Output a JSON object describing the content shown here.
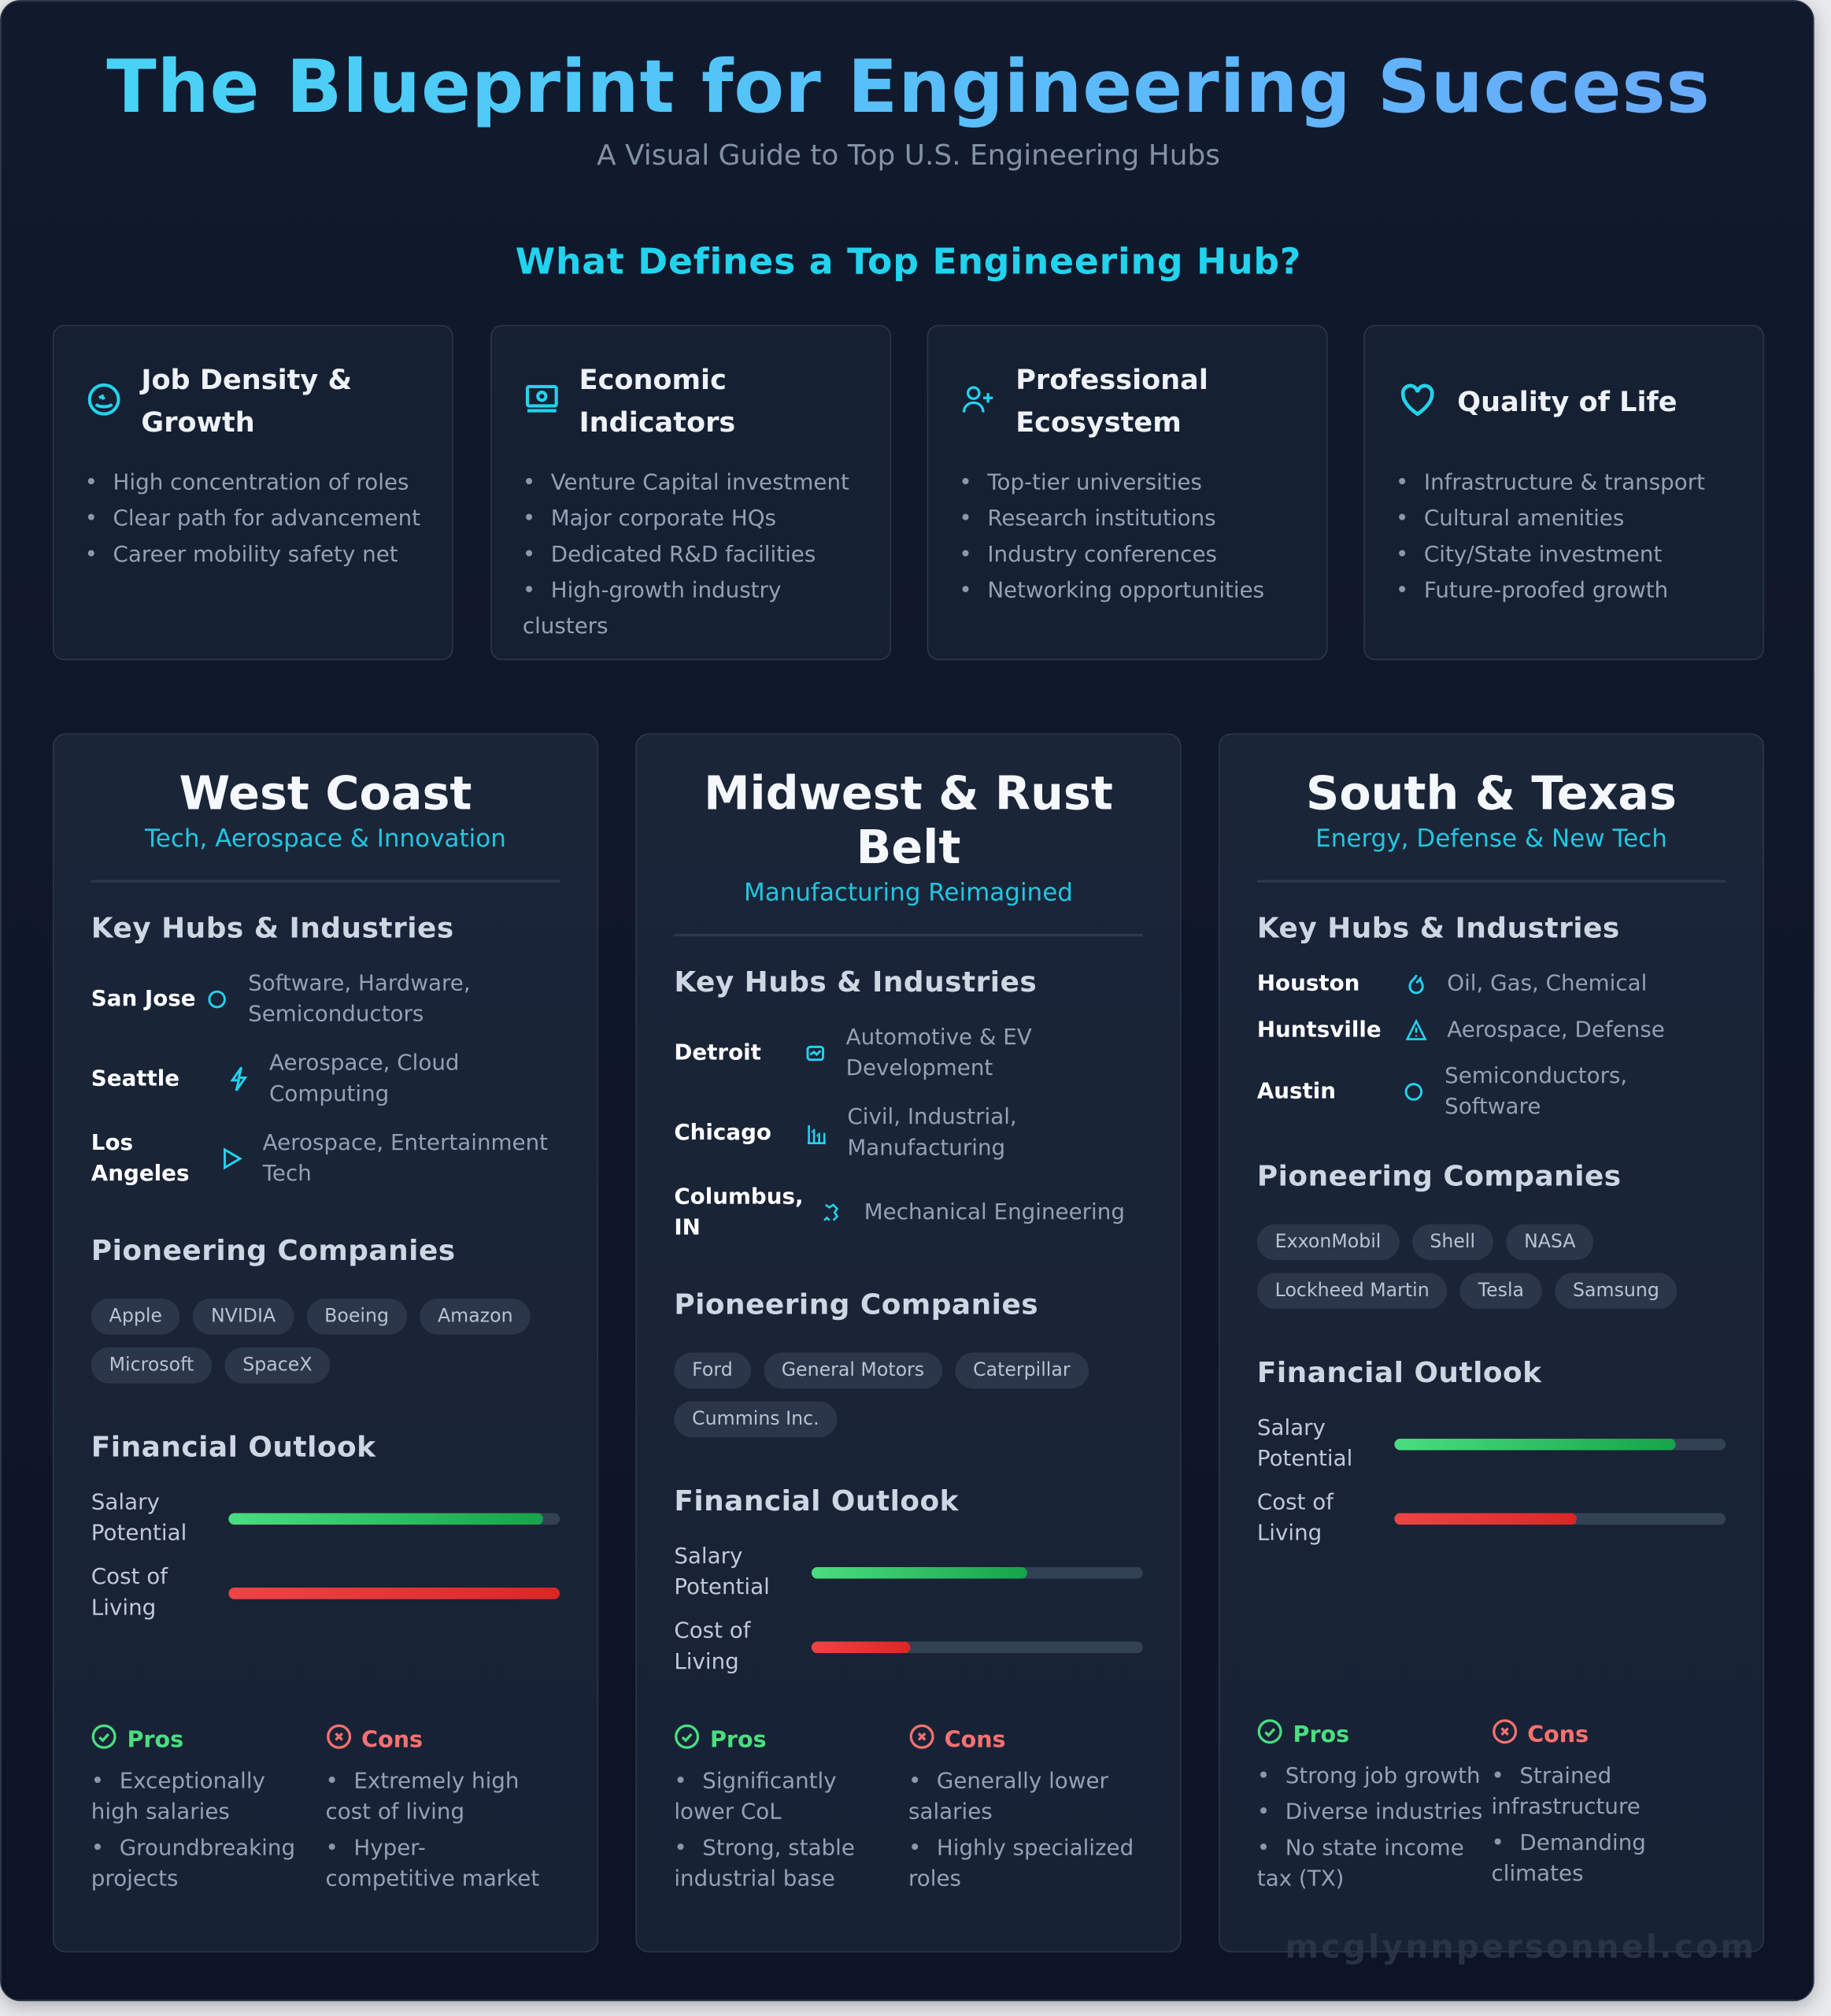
{
  "header": {
    "title": "The Blueprint for Engineering Success",
    "subtitle": "A Visual Guide to Top U.S. Engineering Hubs"
  },
  "criteria_heading": "What Defines a Top Engineering Hub?",
  "criteria": [
    {
      "icon": "growth-face-icon",
      "title": "Job Density & Growth",
      "items": [
        "High concentration of roles",
        "Clear path for advancement",
        "Career mobility safety net"
      ]
    },
    {
      "icon": "money-icon",
      "title": "Economic Indicators",
      "items": [
        "Venture Capital investment",
        "Major corporate HQs",
        "Dedicated R&D facilities",
        "High-growth industry clusters"
      ]
    },
    {
      "icon": "user-plus-icon",
      "title": "Professional Ecosystem",
      "items": [
        "Top-tier universities",
        "Research institutions",
        "Industry conferences",
        "Networking opportunities"
      ]
    },
    {
      "icon": "heart-icon",
      "title": "Quality of Life",
      "items": [
        "Infrastructure & transport",
        "Cultural amenities",
        "City/State investment",
        "Future-proofed growth"
      ]
    }
  ],
  "labels": {
    "hubs": "Key Hubs & Industries",
    "companies": "Pioneering Companies",
    "financial": "Financial Outlook",
    "salary": "Salary Potential",
    "cost": "Cost of Living",
    "pros": "Pros",
    "cons": "Cons"
  },
  "colors": {
    "accent": "#22d3ee",
    "salary": "#22c55e",
    "cost": "#ef4444",
    "pros": "#4ade80",
    "cons": "#f87171"
  },
  "regions": [
    {
      "title": "West Coast",
      "subtitle": "Tech, Aerospace & Innovation",
      "hubs": [
        {
          "city": "San Jose",
          "icon": "circle-icon",
          "industries": "Software, Hardware, Semiconductors"
        },
        {
          "city": "Seattle",
          "icon": "lightning-icon",
          "industries": "Aerospace, Cloud Computing"
        },
        {
          "city": "Los Angeles",
          "icon": "play-icon",
          "industries": "Aerospace, Entertainment Tech"
        }
      ],
      "companies": [
        "Apple",
        "NVIDIA",
        "Boeing",
        "Amazon",
        "Microsoft",
        "SpaceX"
      ],
      "salary_potential_pct": 95,
      "cost_of_living_pct": 100,
      "pros": [
        "Exceptionally high salaries",
        "Groundbreaking projects"
      ],
      "cons": [
        "Extremely high cost of living",
        "Hyper-competitive market"
      ]
    },
    {
      "title": "Midwest & Rust Belt",
      "subtitle": "Manufacturing Reimagined",
      "hubs": [
        {
          "city": "Detroit",
          "icon": "car-icon",
          "industries": "Automotive & EV Development"
        },
        {
          "city": "Chicago",
          "icon": "factory-icon",
          "industries": "Civil, Industrial, Manufacturing"
        },
        {
          "city": "Columbus, IN",
          "icon": "engine-icon",
          "industries": "Mechanical Engineering"
        }
      ],
      "companies": [
        "Ford",
        "General Motors",
        "Caterpillar",
        "Cummins Inc."
      ],
      "salary_potential_pct": 65,
      "cost_of_living_pct": 30,
      "pros": [
        "Significantly lower CoL",
        "Strong, stable industrial base"
      ],
      "cons": [
        "Generally lower salaries",
        "Highly specialized roles"
      ]
    },
    {
      "title": "South & Texas",
      "subtitle": "Energy, Defense & New Tech",
      "hubs": [
        {
          "city": "Houston",
          "icon": "flame-icon",
          "industries": "Oil, Gas, Chemical"
        },
        {
          "city": "Huntsville",
          "icon": "warning-triangle-icon",
          "industries": "Aerospace, Defense"
        },
        {
          "city": "Austin",
          "icon": "circle-icon",
          "industries": "Semiconductors, Software"
        }
      ],
      "companies": [
        "ExxonMobil",
        "Shell",
        "NASA",
        "Lockheed Martin",
        "Tesla",
        "Samsung"
      ],
      "salary_potential_pct": 85,
      "cost_of_living_pct": 55,
      "pros": [
        "Strong job growth",
        "Diverse industries",
        "No state income tax (TX)"
      ],
      "cons": [
        "Strained infrastructure",
        "Demanding climates"
      ]
    }
  ],
  "watermark": "mcglynnpersonnel.com"
}
